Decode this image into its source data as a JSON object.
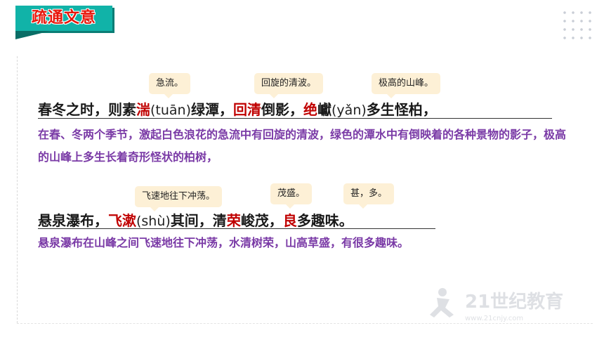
{
  "title": "疏通文意",
  "line1": {
    "parts": [
      {
        "t": "春冬之时，则素",
        "c": "normal"
      },
      {
        "t": "湍",
        "c": "red"
      },
      {
        "t": "(tuān)",
        "c": "pin"
      },
      {
        "t": "绿潭，",
        "c": "normal"
      },
      {
        "t": "回清",
        "c": "red"
      },
      {
        "t": "倒影，",
        "c": "normal"
      },
      {
        "t": "绝",
        "c": "red"
      },
      {
        "t": "巘",
        "c": "normal"
      },
      {
        "t": "(yǎn)",
        "c": "pin"
      },
      {
        "t": "多生怪柏，",
        "c": "normal"
      }
    ],
    "notes": [
      "急流。",
      "回旋的清波。",
      "极高的山峰。"
    ],
    "translation": "在春、冬两个季节，激起白色浪花的急流中有回旋的清波，绿色的潭水中有倒映着的各种景物的影子，极高的山峰上多生长着奇形怪状的柏树，"
  },
  "line2": {
    "parts": [
      {
        "t": "悬泉瀑布，",
        "c": "normal"
      },
      {
        "t": "飞漱",
        "c": "red"
      },
      {
        "t": "(shù)",
        "c": "pin"
      },
      {
        "t": "其间，清",
        "c": "normal"
      },
      {
        "t": "荣",
        "c": "red"
      },
      {
        "t": "峻茂，",
        "c": "normal"
      },
      {
        "t": "良",
        "c": "red"
      },
      {
        "t": "多趣味。",
        "c": "normal"
      }
    ],
    "notes": [
      "飞速地往下冲荡。",
      "茂盛。",
      "甚，多。"
    ],
    "translation": "悬泉瀑布在山峰之间飞速地往下冲荡，水清树荣，山高草盛，有很多趣味。"
  },
  "watermark": {
    "brand": "21世纪教育",
    "url": "www.21cnjy.com"
  },
  "colors": {
    "accent": "#11b3a8",
    "highlight": "#c00000",
    "translation": "#7a3aa6",
    "note_bg": "#fdf0d6"
  }
}
